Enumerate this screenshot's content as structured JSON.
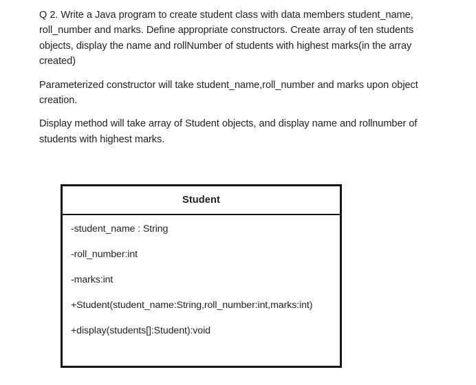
{
  "document": {
    "paragraphs": [
      "Q 2. Write a Java program to create student class with data members student_name, roll_number and marks. Define appropriate constructors. Create array of ten students objects, display the name and rollNumber of students with highest marks(in the array created)",
      "Parameterized constructor will take student_name,roll_number and marks upon object creation.",
      "Display method will take array of Student objects, and display name and rollnumber of students with highest marks."
    ]
  },
  "uml_diagram": {
    "class_name": "Student",
    "members": [
      "-student_name : String",
      "-roll_number:int",
      "-marks:int",
      "+Student(student_name:String,roll_number:int,marks:int)",
      "+display(students[]:Student):void"
    ]
  },
  "colors": {
    "text": "#231f20",
    "border": "#131313",
    "background": "#ffffff"
  }
}
